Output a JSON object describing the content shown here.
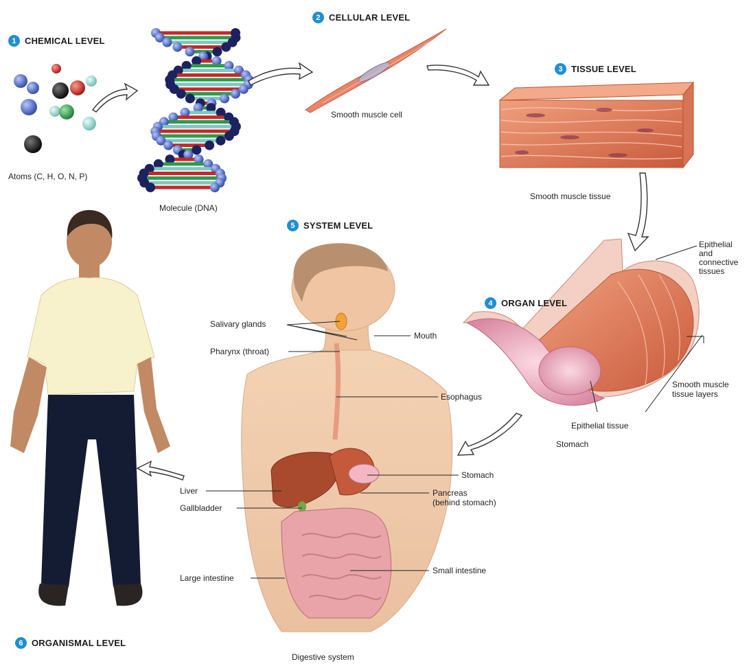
{
  "levels": [
    {
      "number": "1",
      "label": "CHEMICAL LEVEL"
    },
    {
      "number": "2",
      "label": "CELLULAR LEVEL"
    },
    {
      "number": "3",
      "label": "TISSUE LEVEL"
    },
    {
      "number": "4",
      "label": "ORGAN LEVEL"
    },
    {
      "number": "5",
      "label": "SYSTEM LEVEL"
    },
    {
      "number": "6",
      "label": "ORGANISMAL LEVEL"
    }
  ],
  "captions": {
    "atoms": "Atoms (C, H, O, N, P)",
    "molecule": "Molecule (DNA)",
    "cell": "Smooth muscle cell",
    "tissue": "Smooth muscle tissue",
    "stomach": "Stomach",
    "digestive_system": "Digestive system"
  },
  "organ_labels": {
    "epithelial_connective": [
      "Epithelial",
      "and",
      "connective",
      "tissues"
    ],
    "smooth_muscle_layers": [
      "Smooth muscle",
      "tissue layers"
    ],
    "epithelial_tissue": "Epithelial tissue"
  },
  "system_labels": {
    "salivary_glands": "Salivary glands",
    "mouth": "Mouth",
    "pharynx": "Pharynx (throat)",
    "esophagus": "Esophagus",
    "stomach": "Stomach",
    "liver": "Liver",
    "pancreas": [
      "Pancreas",
      "(behind stomach)"
    ],
    "gallbladder": "Gallbladder",
    "large_intestine": "Large intestine",
    "small_intestine": "Small intestine"
  },
  "colors": {
    "badge": "#1f8fd0",
    "muscle": "#e07a5a",
    "skin": "#f2c9a6",
    "atom_blue": "#4a63b8",
    "atom_red": "#c62828",
    "atom_green": "#2e9a4a",
    "atom_black": "#111111"
  }
}
